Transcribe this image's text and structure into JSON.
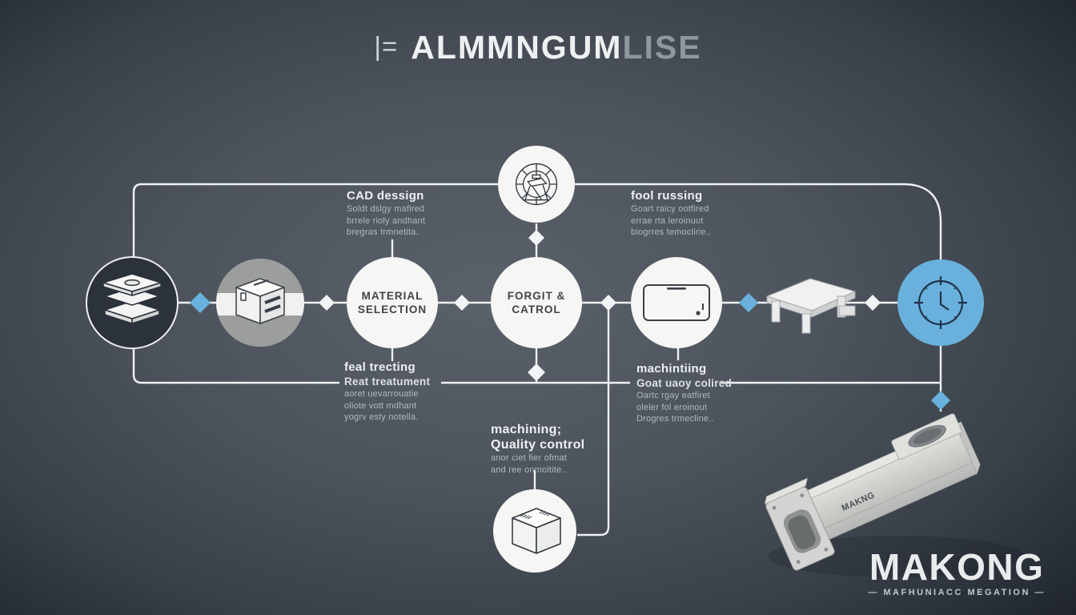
{
  "title": {
    "mark": "|=",
    "main": "ALMMNGUM",
    "accent": "LISE"
  },
  "nodes": {
    "material": {
      "line1": "MATERIAL",
      "line2": "SELECTION"
    },
    "forging": {
      "line1": "FORGIT &",
      "line2": "CATROL"
    }
  },
  "blocks": {
    "cad": {
      "heading": "CAD dessign",
      "lines": [
        "Soldt dslgy mafired",
        "brrele rioly andhant",
        "bregras trmnetita."
      ]
    },
    "tooling": {
      "heading": "fool russing",
      "lines": [
        "Goart raicy ootfired",
        "errae rta leroinuut",
        "biogrres temoclirie.."
      ]
    },
    "heat": {
      "heading": "feal trecting",
      "subheading": "Reat treatument",
      "lines": [
        "aoret uevarrouatie",
        "oliote vott mdhant",
        "yogrv esty notella."
      ]
    },
    "machining": {
      "heading": "machintiing",
      "subheading": "Goat uaoy colired",
      "lines": [
        "Oartc rgay eatfiret",
        "oleler fol eroinout",
        "Drogres trmecline.."
      ]
    },
    "quality": {
      "heading_line1": "machining;",
      "heading_line2": "Quality control",
      "lines": [
        "anor ciet fier ofmat",
        "and ree onmoitite.."
      ]
    }
  },
  "part_label": "MAKNG",
  "logo": {
    "name": "MAKONG",
    "tagline": "—  MAFHUNIACC MEGATION  —"
  },
  "colors": {
    "accent_blue": "#69b1dc",
    "line_white": "#eef0f2",
    "circle_white": "#f6f6f4",
    "circle_gray": "#9b9e9d",
    "bg_center": "#5a616a",
    "bg_edge": "#181d25"
  }
}
